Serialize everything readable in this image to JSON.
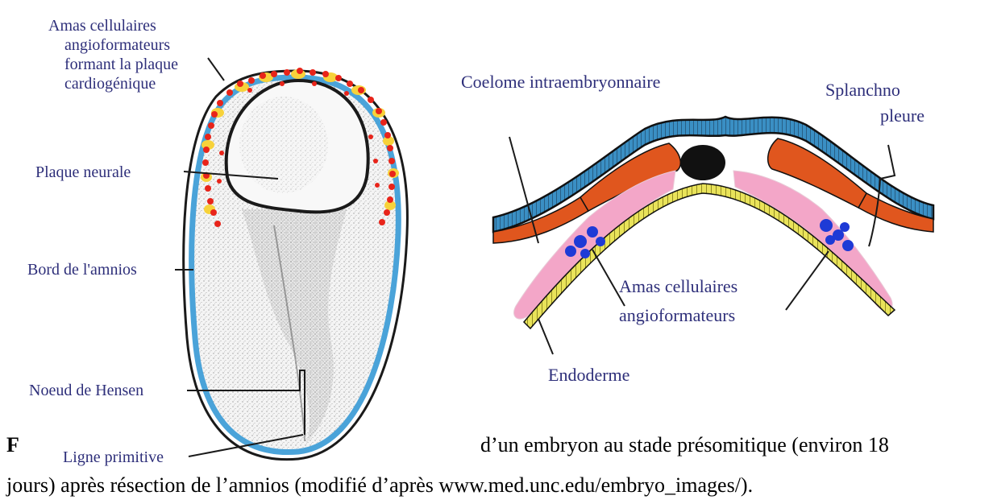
{
  "left_figure": {
    "labels": {
      "amas_line1": "Amas cellulaires",
      "amas_line2": "angioformateurs",
      "amas_line3": "formant la plaque",
      "amas_line4": "cardiogénique",
      "plaque_neurale": "Plaque neurale",
      "bord_amnios": "Bord de l'amnios",
      "noeud_hensen": "Noeud de Hensen",
      "ligne_primitive": "Ligne primitive"
    }
  },
  "right_figure": {
    "labels": {
      "coelome": "Coelome intraembryonnaire",
      "splanchno_line1": "Splanchno",
      "splanchno_line2": "pleure",
      "amas_line1": "Amas cellulaires",
      "amas_line2": "angioformateurs",
      "endoderme": "Endoderme"
    }
  },
  "caption": {
    "line1_start": "F",
    "line1_rest": "d’un embryon au stade présomitique (environ 18",
    "line2": "jours) après résection de l’amnios (modifié d’après www.med.unc.edu/embryo_images/)."
  },
  "colors": {
    "label_text": "#2e2f7a",
    "amnios_border": "#4aa3d9",
    "cardiogenic_red": "#e8241a",
    "cardiogenic_yellow": "#f7d23a",
    "ectoderm_blue": "#3a8fc4",
    "mesoderm_orange": "#e0561e",
    "splanchnopleure_pink": "#f3a6c8",
    "endoderm_yellow": "#e9e35a",
    "angioblast_blue": "#1e3ad6"
  }
}
